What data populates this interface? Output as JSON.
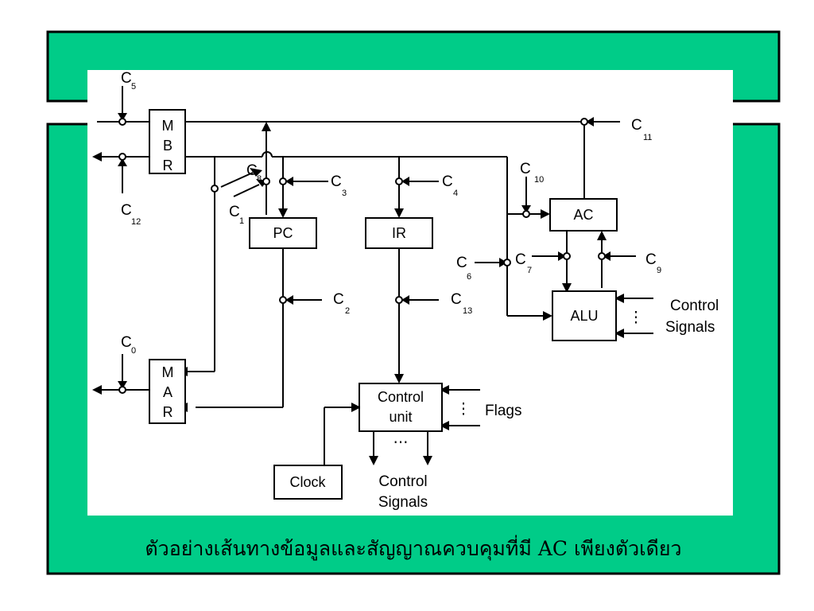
{
  "colors": {
    "slide_bg": "#00CC88",
    "slide_border": "#000000",
    "diagram_bg": "#FFFFFF",
    "ink": "#000000"
  },
  "caption": "ตัวอย่างเส้นทางข้อมูลและสัญญาณควบคุมที่มี AC เพียงตัวเดียว",
  "registers": {
    "mbr": [
      "M",
      "B",
      "R"
    ],
    "mar": [
      "M",
      "A",
      "R"
    ],
    "pc": "PC",
    "ir": "IR",
    "ac": "AC",
    "alu": "ALU",
    "control_unit": [
      "Control",
      "unit"
    ],
    "clock": "Clock"
  },
  "control_signals": [
    {
      "id": "c0",
      "letter": "C",
      "sub": "0"
    },
    {
      "id": "c1",
      "letter": "C",
      "sub": "1"
    },
    {
      "id": "c2",
      "letter": "C",
      "sub": "2"
    },
    {
      "id": "c3",
      "letter": "C",
      "sub": "3"
    },
    {
      "id": "c4",
      "letter": "C",
      "sub": "4"
    },
    {
      "id": "c5",
      "letter": "C",
      "sub": "5"
    },
    {
      "id": "c6",
      "letter": "C",
      "sub": "6"
    },
    {
      "id": "c7",
      "letter": "C",
      "sub": "7"
    },
    {
      "id": "c8",
      "letter": "C",
      "sub": "8"
    },
    {
      "id": "c9",
      "letter": "C",
      "sub": "9"
    },
    {
      "id": "c10",
      "letter": "C",
      "sub": "10"
    },
    {
      "id": "c11",
      "letter": "C",
      "sub": "11"
    },
    {
      "id": "c12",
      "letter": "C",
      "sub": "12"
    },
    {
      "id": "c13",
      "letter": "C",
      "sub": "13"
    }
  ],
  "external_labels": {
    "alu_control": [
      "Control",
      "Signals"
    ],
    "cu_outputs": [
      "Control",
      "Signals"
    ],
    "flags": "Flags",
    "vertical_ellipsis": "⋮",
    "horizontal_ellipsis": "⋯"
  }
}
